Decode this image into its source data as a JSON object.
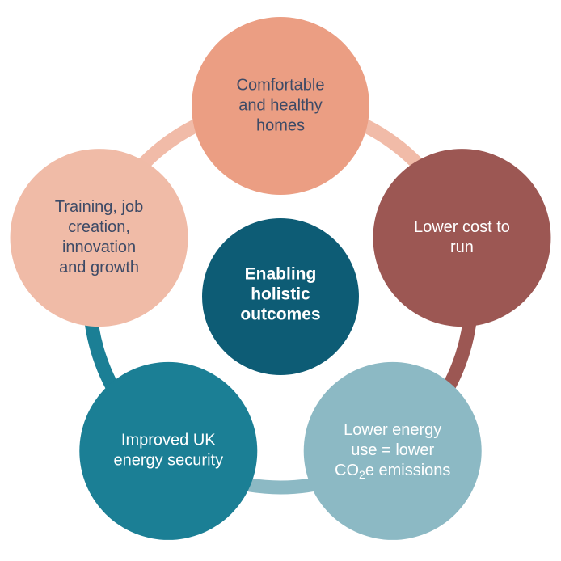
{
  "center": {
    "lines": [
      "Enabling",
      "holistic",
      "outcomes"
    ],
    "color": "#0d5c75",
    "text_color": "#ffffff"
  },
  "nodes": [
    {
      "lines": [
        "Comfortable",
        "and healthy",
        "homes"
      ],
      "color": "#eb9e83",
      "text_color": "#3d4a66",
      "ring_color": "#f1bba8"
    },
    {
      "lines": [
        "Lower cost to",
        "run"
      ],
      "color": "#9c5753",
      "text_color": "#ffffff",
      "ring_color": "#9c5753"
    },
    {
      "lines": [
        "Lower energy",
        "use = lower",
        "CO2e emissions"
      ],
      "color": "#8cb9c4",
      "text_color": "#ffffff",
      "ring_color": "#8cb9c4"
    },
    {
      "lines": [
        "Improved UK",
        "energy security"
      ],
      "color": "#1b7f95",
      "text_color": "#ffffff",
      "ring_color": "#1b7f95"
    },
    {
      "lines": [
        "Training, job",
        "creation,",
        "innovation",
        "and growth"
      ],
      "color": "#f0bba7",
      "text_color": "#3d4a66",
      "ring_color": "#f1bba8"
    }
  ]
}
